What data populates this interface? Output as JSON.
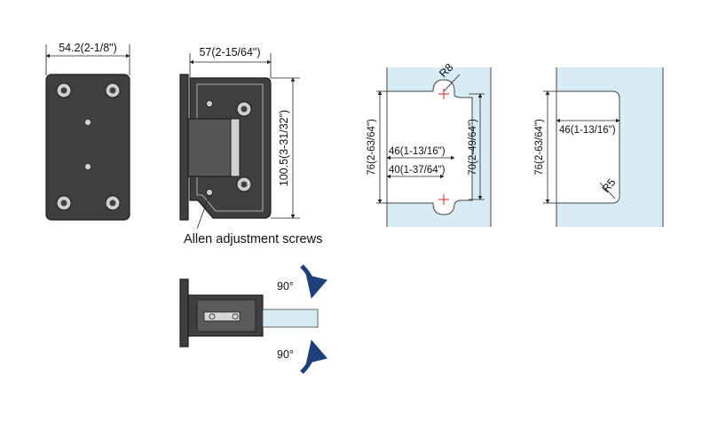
{
  "colors": {
    "plate": "#3f3f41",
    "glass": "#d8ecf6",
    "arrow": "#1f3f7a",
    "center_mark": "#e02020"
  },
  "back_plate_view": {
    "width_label": "54.2(2-1/8\")"
  },
  "side_view": {
    "width_label": "57(2-15/64\")",
    "height_label": "100.5(3-31/32\")",
    "caption": "Allen adjustment screws"
  },
  "glass_cutout_1": {
    "height_label": "76(2-63/64\")",
    "radius_label": "R8",
    "depth_label_1": "46(1-13/16\")",
    "depth_label_2": "40(1-37/64\")",
    "slot_label": "70(2-49/64\")"
  },
  "glass_cutout_2": {
    "height_label": "76(2-63/64\")",
    "depth_label": "46(1-13/16\")",
    "radius_label": "R5"
  },
  "rotation_view": {
    "angle_top": "90°",
    "angle_bottom": "90°"
  },
  "icons": [
    "rotate-arrow-icon",
    "center-cross-icon"
  ]
}
